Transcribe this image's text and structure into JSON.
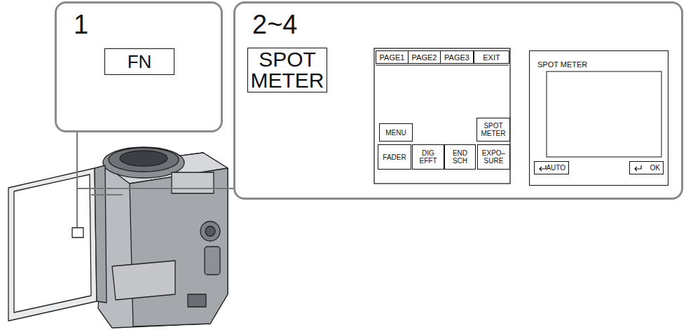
{
  "diagram": {
    "nodes": [
      {
        "text": [
          "1"
        ]
      },
      {
        "text": [
          "FN"
        ],
        "in": 0
      },
      {
        "text": [
          "2~4"
        ]
      },
      {
        "text": [
          "SPOT METER"
        ],
        "in": 2
      },
      {
        "text": [
          "PAGE1"
        ],
        "in": 2
      },
      {
        "text": [
          "PAGE2"
        ],
        "in": 2
      },
      {
        "text": [
          "PAGE3"
        ],
        "in": 2
      },
      {
        "text": [
          "EXIT"
        ],
        "in": 2
      },
      {
        "text": [
          "MENU"
        ],
        "in": 2
      },
      {
        "text": [
          "SPOT METER"
        ],
        "in": 2
      },
      {
        "text": [
          "FADER"
        ],
        "in": 2
      },
      {
        "text": [
          "DIG EFFT"
        ],
        "in": 2
      },
      {
        "text": [
          "END SCH"
        ],
        "in": 2
      },
      {
        "text": [
          "EXPO– SURE"
        ],
        "in": 2
      },
      {
        "text": [
          "SPOT METER"
        ],
        "in": 2
      },
      {
        "text": [
          "AUTO"
        ],
        "in": 14
      },
      {
        "text": [
          "OK"
        ],
        "in": 14
      }
    ],
    "edges": [
      {
        "from": 0,
        "to": 2,
        "arrow": "none"
      }
    ]
  }
}
